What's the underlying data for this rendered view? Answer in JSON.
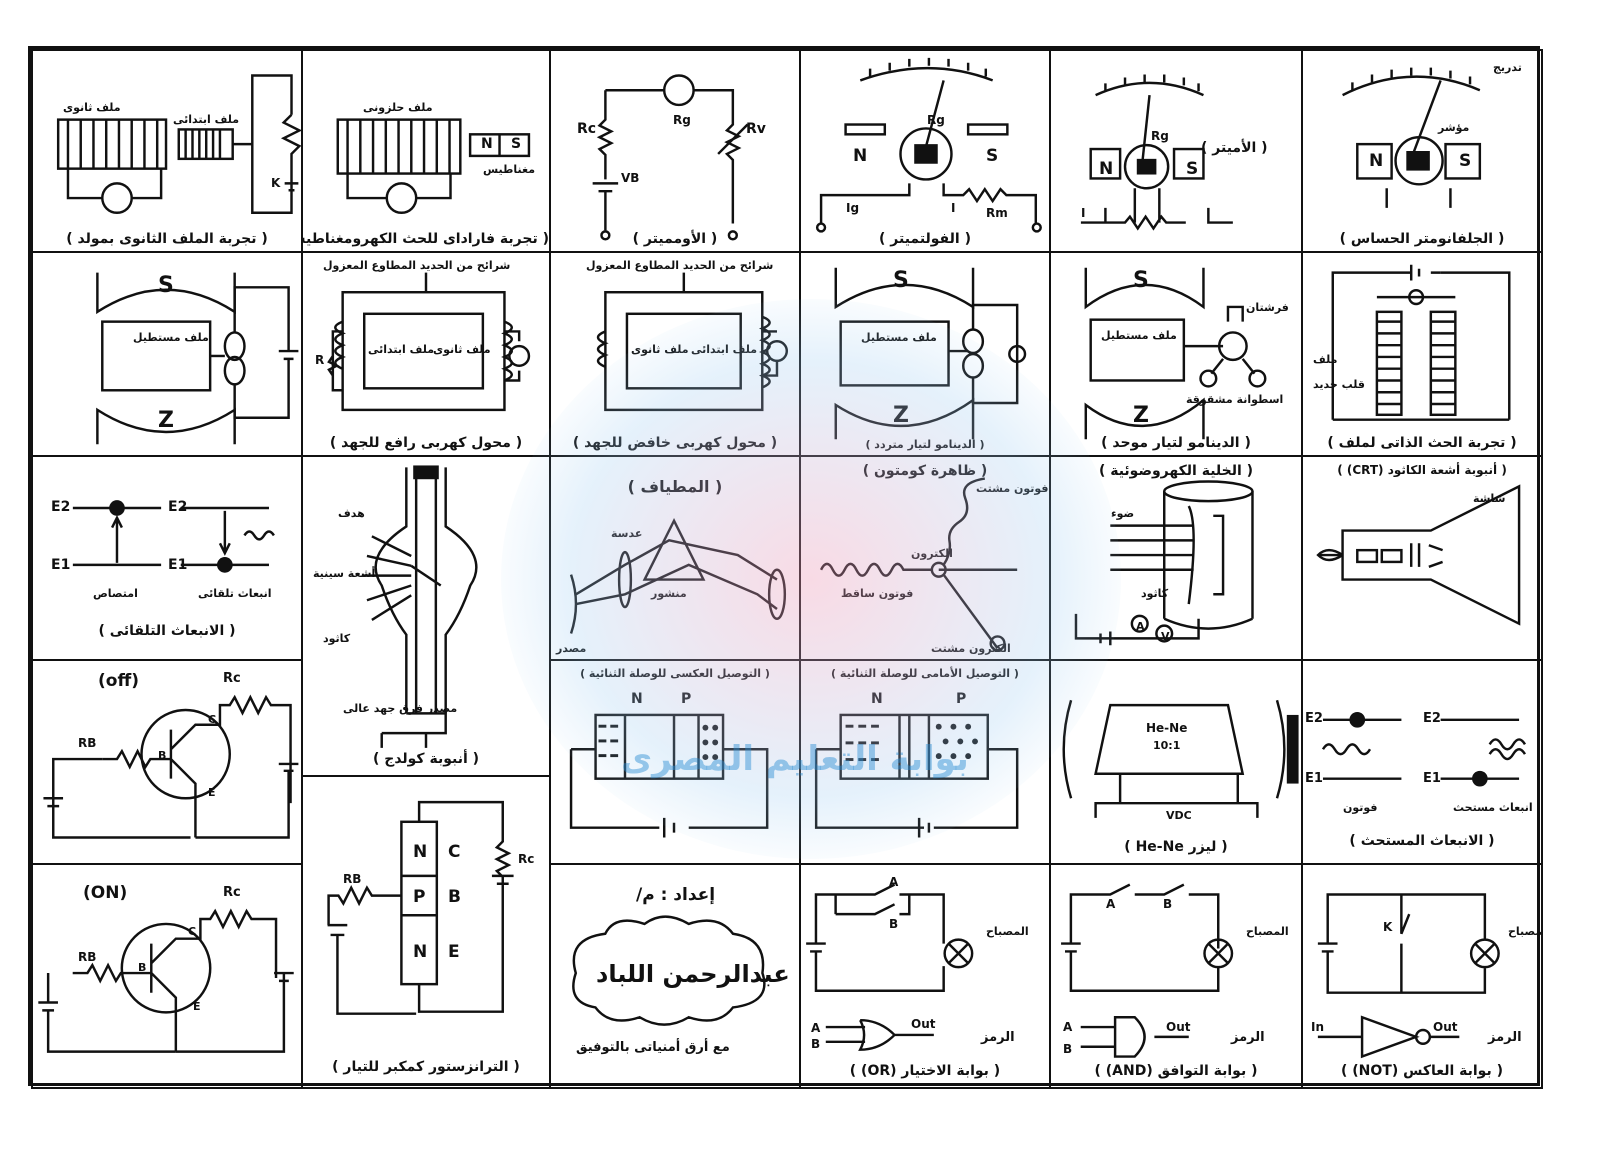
{
  "watermark": {
    "text": "بوابة التعليم المصرى"
  },
  "row1": {
    "c1": {
      "caption": "( تجربة الملف الثانوى بمولد )",
      "lbl_primary": "ملف ثانوى",
      "lbl_secondary": "ملف ابتدائى",
      "k": "K"
    },
    "c2": {
      "caption": "( تجربة فاراداى للحث الكهرومغناطيسى )",
      "lbl_coil": "ملف حلزونى",
      "magnet_n": "N",
      "magnet_s": "S",
      "lbl_magnet": "مغناطيس"
    },
    "c3": {
      "caption": "( الأومميتر )",
      "rc": "Rc",
      "rv": "Rv",
      "rg": "Rg",
      "vb": "VB"
    },
    "c4": {
      "caption": "( الفولتميتر )",
      "n": "N",
      "s": "S",
      "ig": "Ig",
      "rg": "Rg",
      "rm": "Rm",
      "i": "I"
    },
    "c5": {
      "caption": "( الأميتر )",
      "n": "N",
      "s": "S",
      "rg": "Rg",
      "i": "I"
    },
    "c6": {
      "caption": "( الجلفانومتر الحساس )",
      "n": "N",
      "s": "S",
      "lbl_pointer": "مؤشر",
      "lbl_scale": "تدريج"
    }
  },
  "row2": {
    "c1": {
      "s": "S",
      "n": "Z",
      "lbl_coil": "ملف مستطيل"
    },
    "c2": {
      "caption": "( محول كهربى رافع للجهد )",
      "lbl_top": "شرائح من الحديد المطاوع المعزول",
      "lbl_p": "ملف ابتدائى",
      "lbl_s": "ملف ثانوى",
      "r": "R"
    },
    "c3": {
      "caption": "( محول كهربى خافض للجهد )",
      "lbl_top": "شرائح من الحديد المطاوع المعزول",
      "lbl_p": "ملف ثانوى",
      "lbl_s": "ملف ابتدائى"
    },
    "c4": {
      "caption": "( الدينامو لتيار متردد )",
      "s": "S",
      "n": "Z",
      "lbl_coil": "ملف مستطيل"
    },
    "c5": {
      "caption": "( الدينامو لتيار موحد )",
      "s": "S",
      "n": "Z",
      "lbl_coil": "ملف مستطيل",
      "lbl_brush": "فرشتان",
      "lbl_comm": "اسطوانة مشقوقة"
    },
    "c6": {
      "caption": "( تجربة الحث الذاتى لملف )",
      "lbl_coil": "ملف",
      "lbl_core": "قلب حديد"
    }
  },
  "row3": {
    "c1": {
      "caption": "( الانبعاث التلقائى )",
      "e2a": "E2",
      "e1a": "E1",
      "e2b": "E2",
      "e1b": "E1",
      "lbl_abs": "امتصاص",
      "lbl_emit": "انبعاث تلقائى"
    },
    "c2": {
      "caption": "( أنبوبة كولدج )",
      "lbl_target": "هدف",
      "lbl_cathode": "كاثود",
      "lbl_x": "أشعة سينية",
      "lbl_hv": "مصدر فرق جهد عالى"
    },
    "c3": {
      "caption": "( المطياف )",
      "lbl_prism": "منشور",
      "lbl_lens": "عدسة",
      "lbl_source": "مصدر"
    },
    "c4": {
      "caption": "( ظاهرة كومتون )",
      "lbl_in": "فوتون ساقط",
      "lbl_out": "فوتون مشتت",
      "lbl_e": "الكترون",
      "lbl_e2": "الكترون مشتت"
    },
    "c5": {
      "caption": "( الخلية الكهروضوئية )",
      "lbl_light": "ضوء",
      "lbl_cathode": "كاثود",
      "a": "A",
      "v": "V"
    },
    "c6": {
      "caption": "( أنبوبة أشعة الكاثود (CRT) )",
      "lbl_screen": "شاشة"
    }
  },
  "row4": {
    "c1": {
      "state": "(off)",
      "rc": "Rc",
      "rb": "RB",
      "b": "B",
      "c": "C",
      "e": "E"
    },
    "c2": {
      "caption": "( الترانزستور كمكبر للتيار )",
      "n1": "N",
      "p": "P",
      "n2": "N",
      "c": "C",
      "b": "B",
      "e": "E",
      "rb": "RB",
      "rc": "Rc"
    },
    "c3": {
      "caption": "( التوصيل العكسى للوصلة الثنائية )",
      "n": "N",
      "p": "P"
    },
    "c4": {
      "caption": "( التوصيل الأمامى للوصلة الثنائية )",
      "n": "N",
      "p": "P"
    },
    "c5": {
      "caption": "( ليزر He-Ne )",
      "lbl_tube": "He-Ne",
      "ratio": "10:1",
      "vdc": "VDC"
    },
    "c6": {
      "caption": "( الانبعاث المستحث )",
      "e2a": "E2",
      "e1a": "E1",
      "e2b": "E2",
      "e1b": "E1",
      "lbl_a": "فوتون",
      "lbl_b": "انبعاث مستحث"
    }
  },
  "row5": {
    "c1": {
      "state": "(ON)",
      "rc": "Rc",
      "rb": "RB",
      "b": "B",
      "c": "C",
      "e": "E"
    },
    "c3": {
      "lbl_prep": "إعداد : م/",
      "author": "عبدالرحمن اللباد",
      "note": "مع أرق أمنياتى بالتوفيق"
    },
    "c4": {
      "caption": "( بوابة الاختيار (OR) )",
      "a": "A",
      "b": "B",
      "lbl_lamp": "المصباح",
      "out": "Out",
      "sym_lbl": "الرمز"
    },
    "c5": {
      "caption": "( بوابة التوافق (AND) )",
      "a": "A",
      "b": "B",
      "lbl_lamp": "المصباح",
      "out": "Out",
      "sym_lbl": "الرمز"
    },
    "c6": {
      "caption": "( بوابة العاكس (NOT) )",
      "k": "K",
      "lbl_lamp": "المصباح",
      "in": "In",
      "out": "Out",
      "sym_lbl": "الرمز"
    }
  }
}
